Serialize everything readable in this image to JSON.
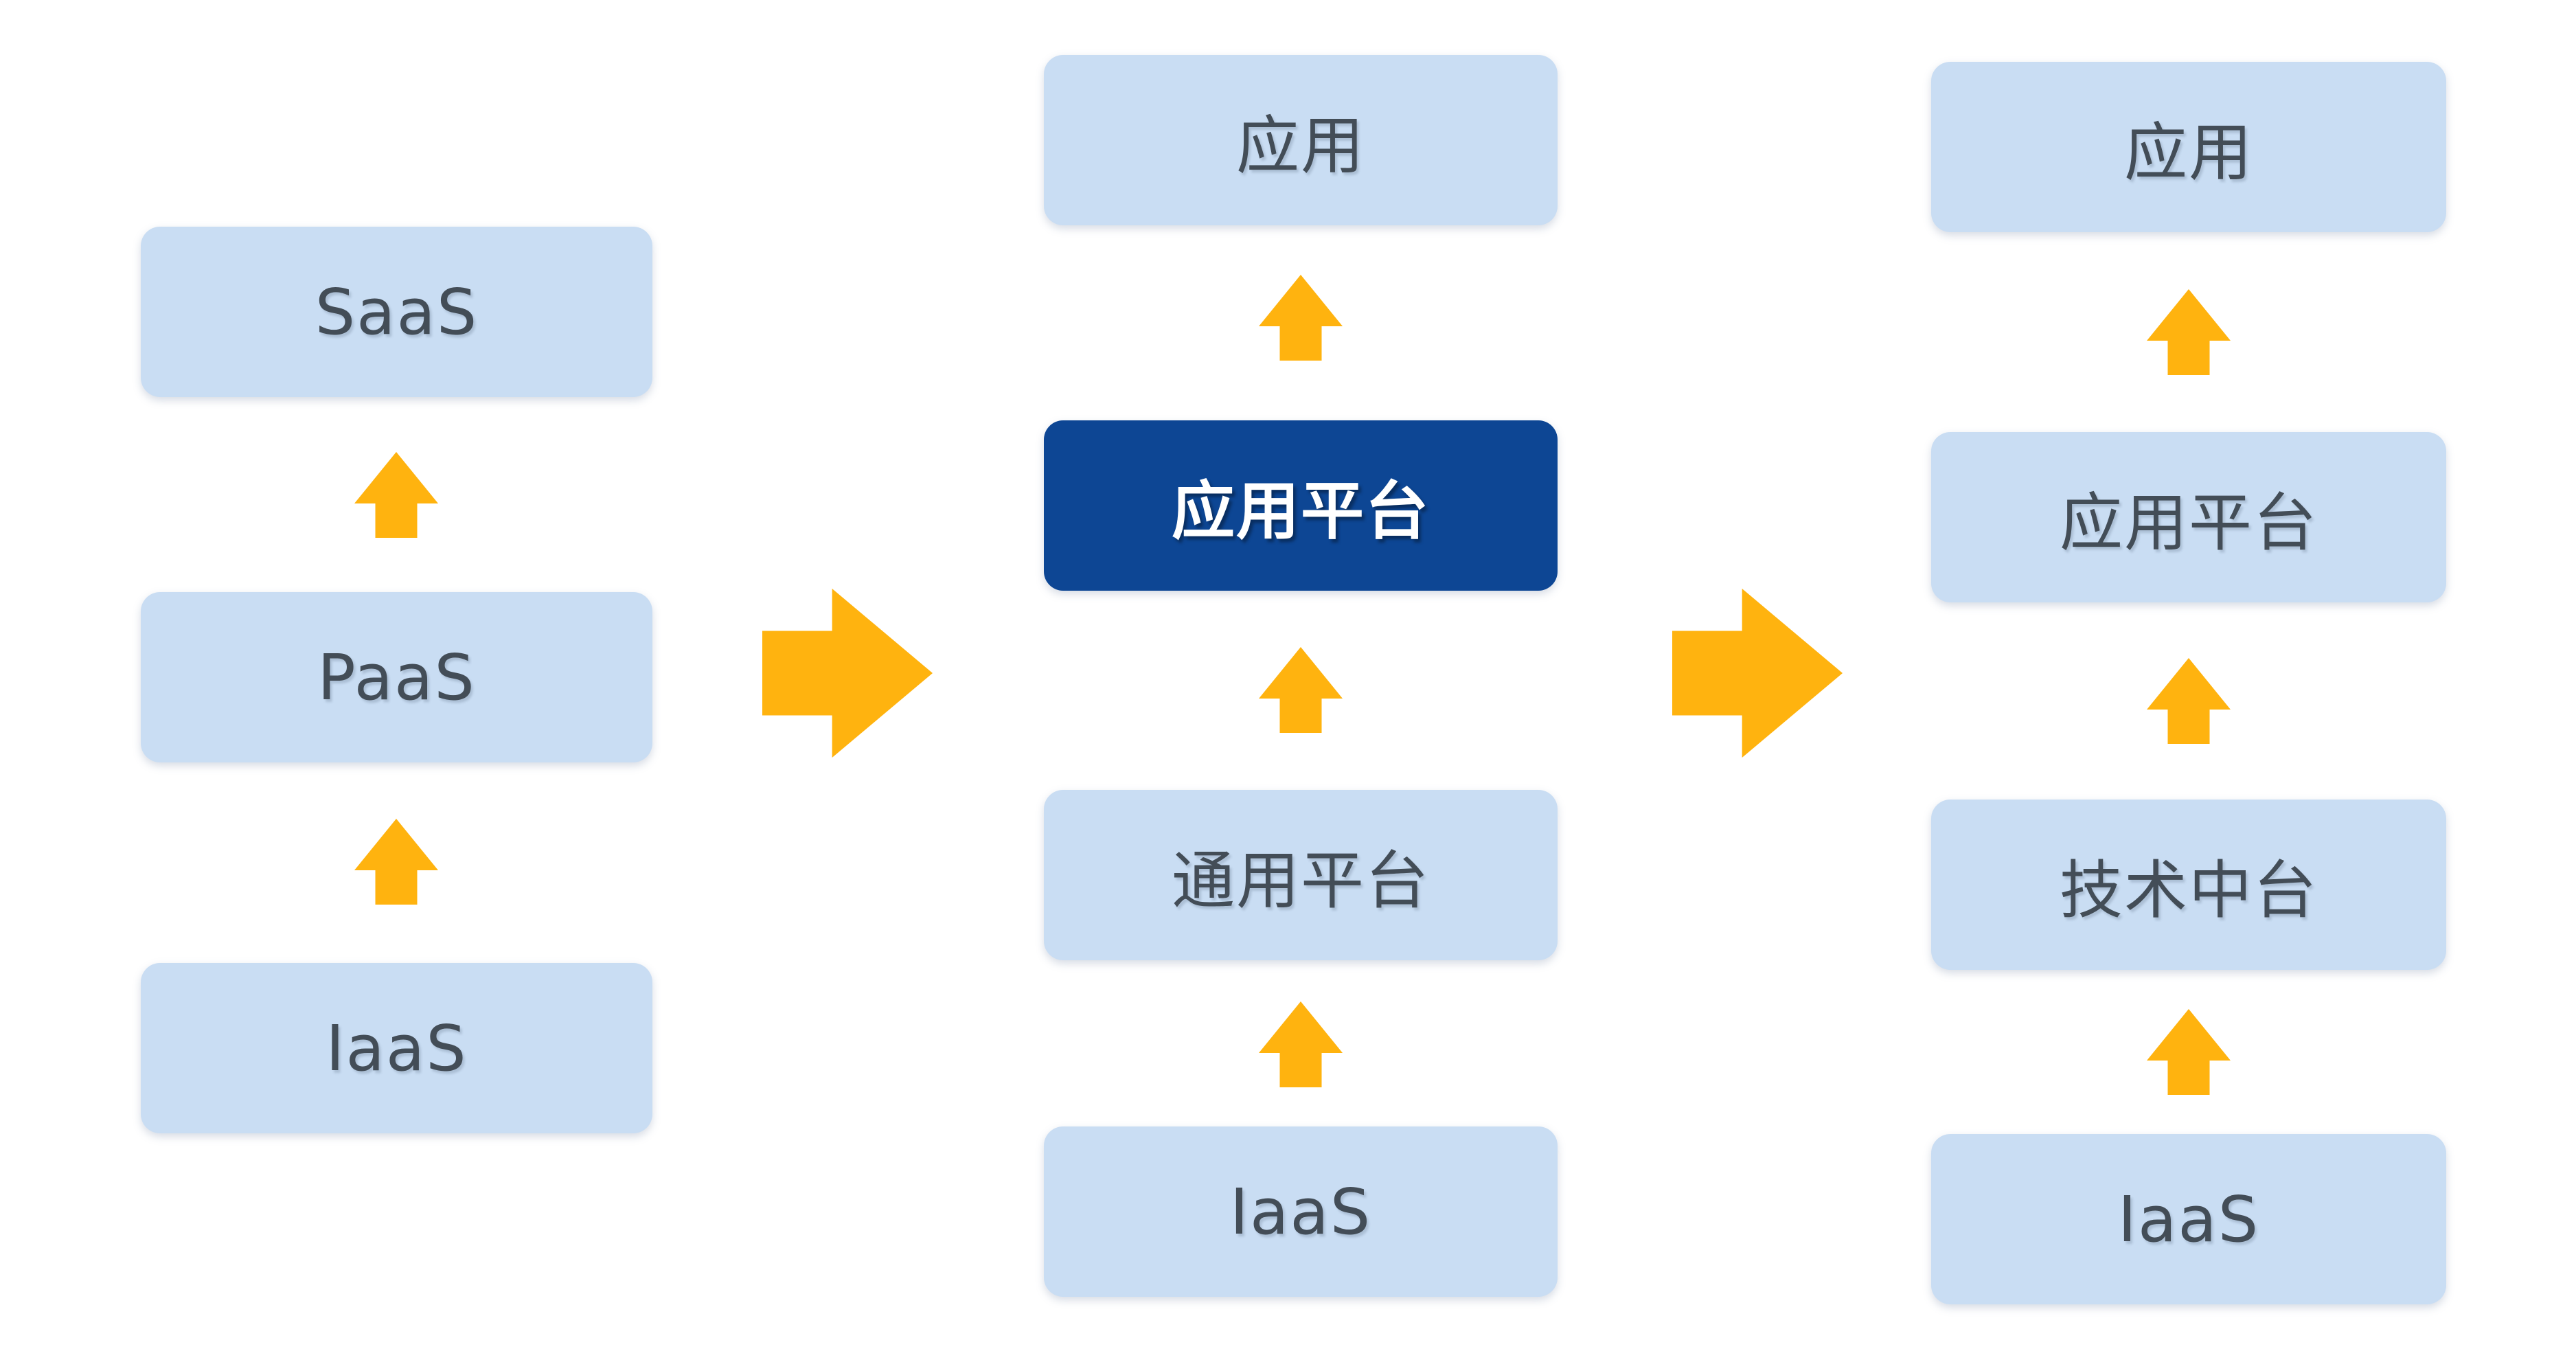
{
  "colors": {
    "background": "#FFFFFF",
    "box_light": "#C9DDF3",
    "box_dark": "#0D4694",
    "arrow": "#FFB30F",
    "text_dark": "#434D57",
    "text_light": "#FFFFFF"
  },
  "icons": {
    "up_arrow": "block-arrow-up",
    "right_arrow": "block-arrow-right"
  },
  "stages": [
    {
      "boxes": [
        {
          "label": "SaaS"
        },
        {
          "label": "PaaS"
        },
        {
          "label": "IaaS"
        }
      ]
    },
    {
      "boxes": [
        {
          "label": "应用"
        },
        {
          "label": "应用平台",
          "highlighted": true
        },
        {
          "label": "通用平台"
        },
        {
          "label": "IaaS"
        }
      ]
    },
    {
      "boxes": [
        {
          "label": "应用"
        },
        {
          "label": "应用平台"
        },
        {
          "label": "技术中台"
        },
        {
          "label": "IaaS"
        }
      ]
    }
  ]
}
